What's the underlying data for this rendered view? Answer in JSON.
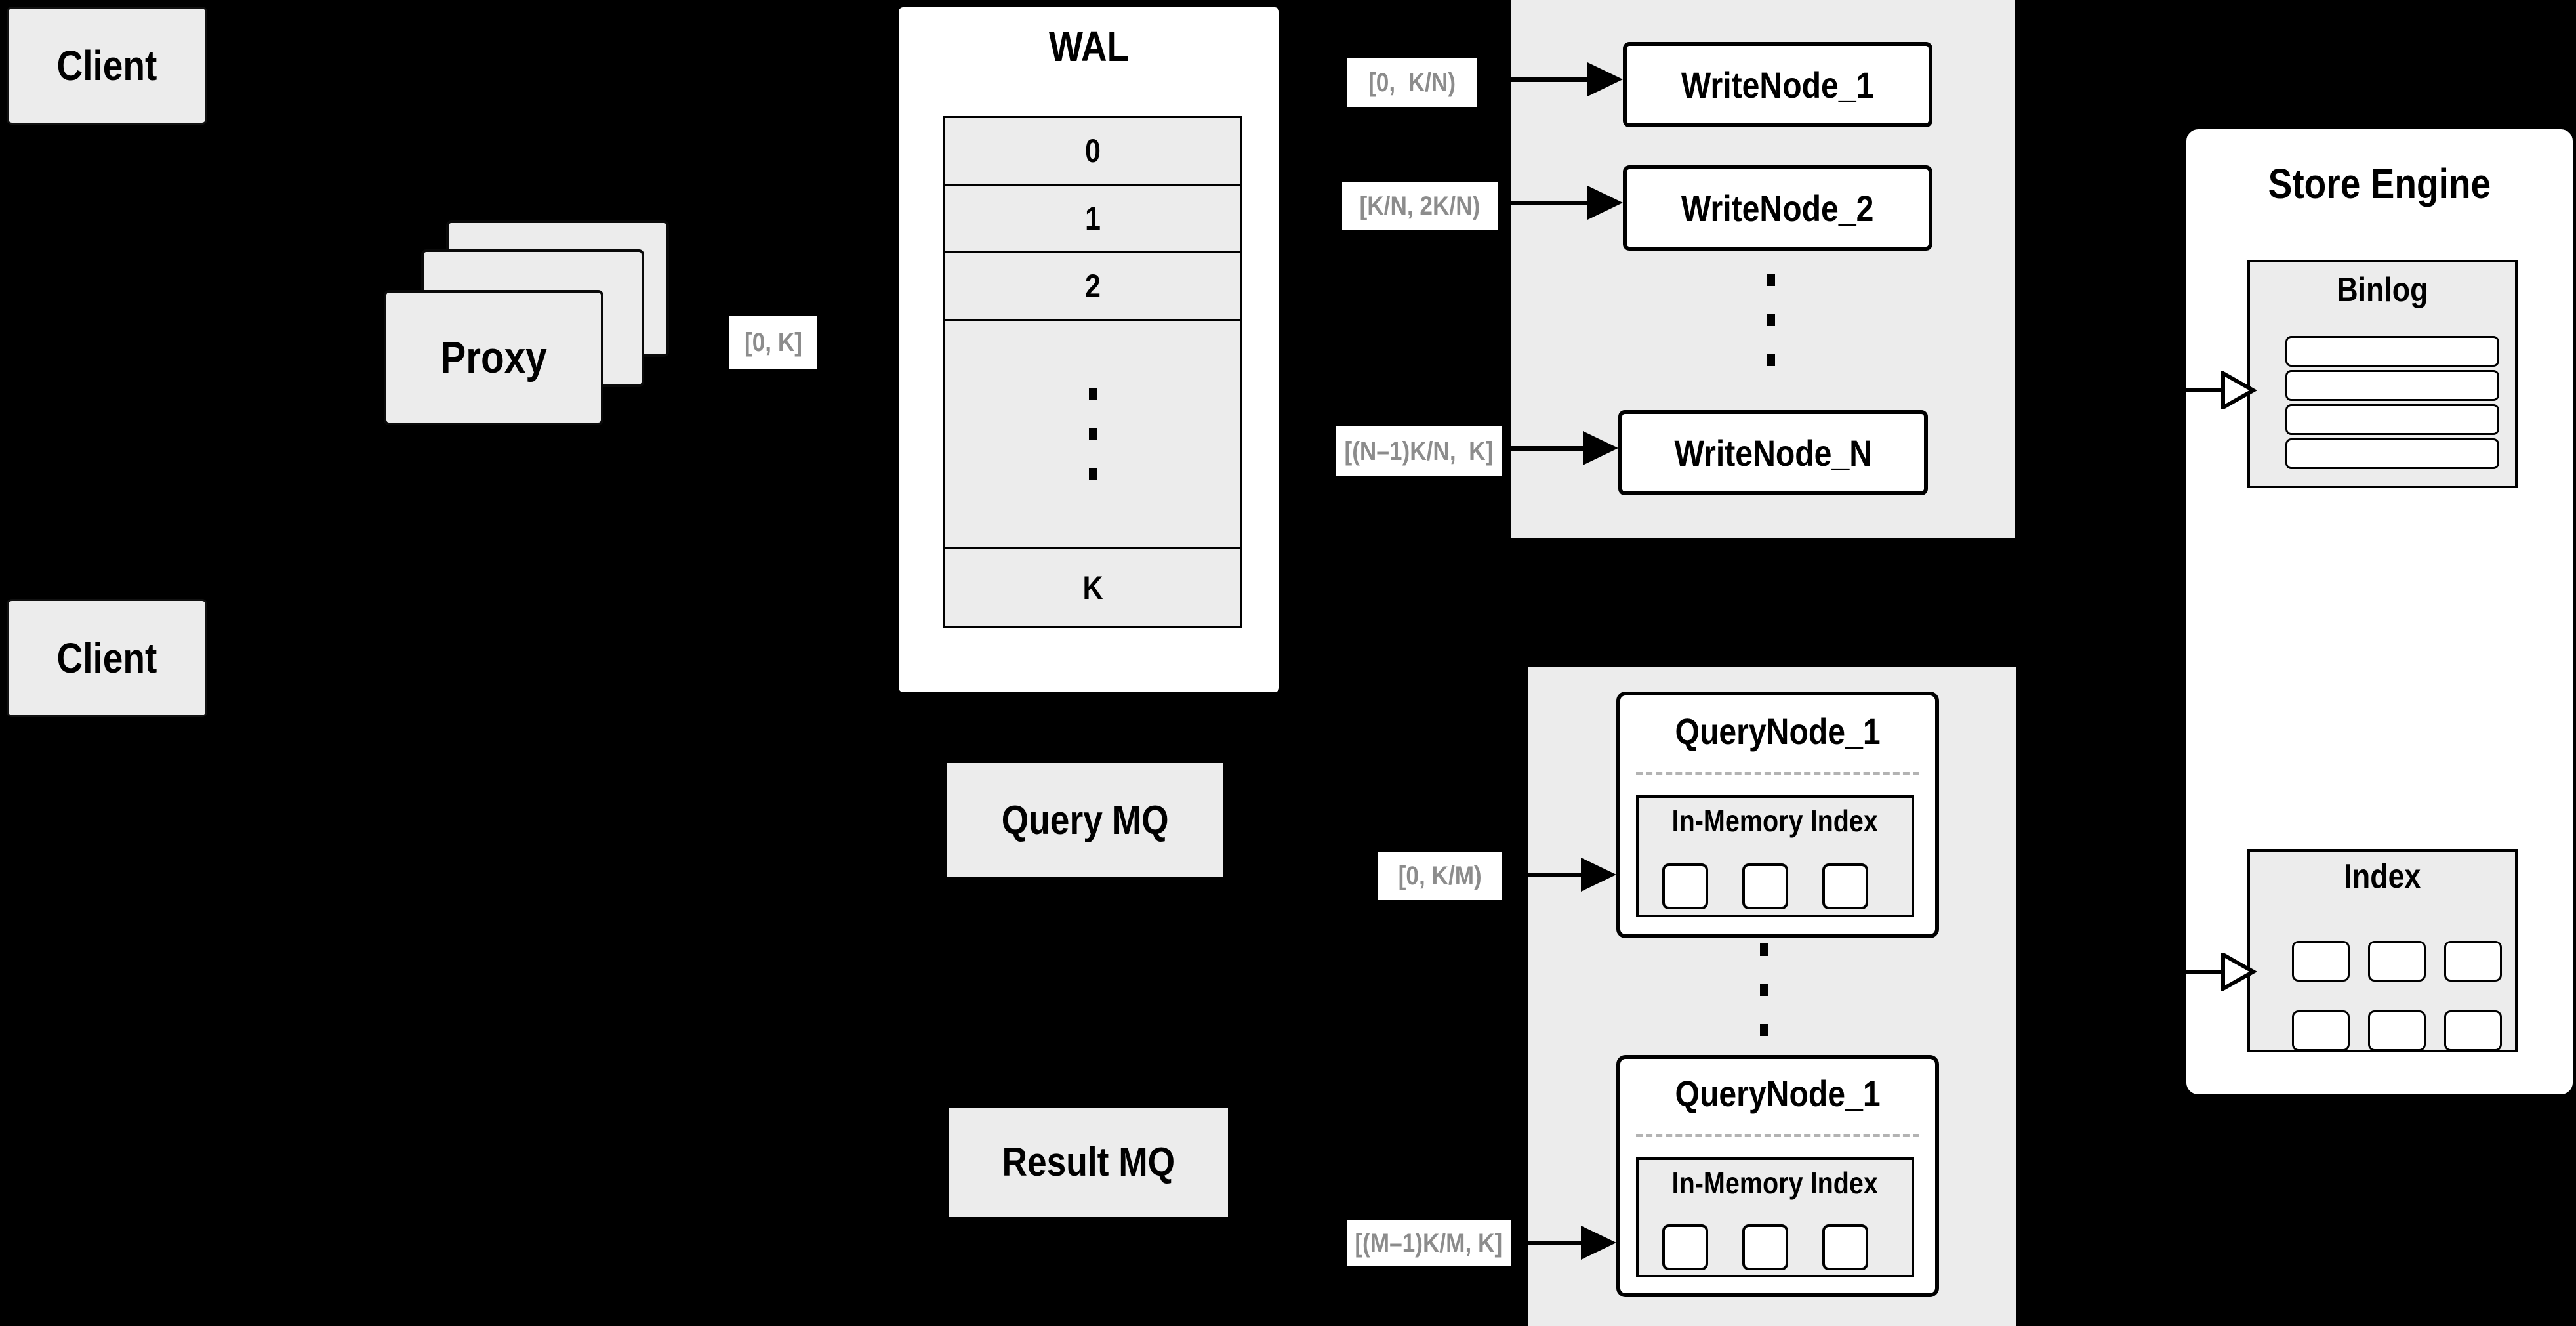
{
  "diagram": {
    "clients": {
      "top": "Client",
      "bottom": "Client"
    },
    "proxy": {
      "title": "Proxy",
      "range": "[0, K]"
    },
    "wal": {
      "title": "WAL",
      "rows": [
        "0",
        "1",
        "2"
      ],
      "bottom_row": "K"
    },
    "write_group": {
      "nodes": [
        {
          "range": "[0,  K/N)",
          "label": "WriteNode_1"
        },
        {
          "range": "[K/N, 2K/N)",
          "label": "WriteNode_2"
        },
        {
          "range": "[(N–1)K/N,  K]",
          "label": "WriteNode_N"
        }
      ]
    },
    "store_engine": {
      "title": "Store Engine",
      "binlog": {
        "title": "Binlog",
        "row_count": 4
      },
      "index": {
        "title": "Index",
        "cell_count": 6
      }
    },
    "mq": {
      "query": "Query MQ",
      "result": "Result MQ"
    },
    "query_group": {
      "nodes": [
        {
          "range": "[0, K/M)",
          "title": "QueryNode_1",
          "inner_title": "In-Memory Index",
          "cell_count": 3
        },
        {
          "range": "[(M–1)K/M, K]",
          "title": "QueryNode_1",
          "inner_title": "In-Memory Index",
          "cell_count": 3
        }
      ]
    },
    "colors": {
      "background": "#000000",
      "panel_fill": "#ececec",
      "box_fill": "#ffffff",
      "border": "#000000",
      "range_text": "#8c8c8c",
      "dashed_divider": "#b3b3b3"
    }
  }
}
